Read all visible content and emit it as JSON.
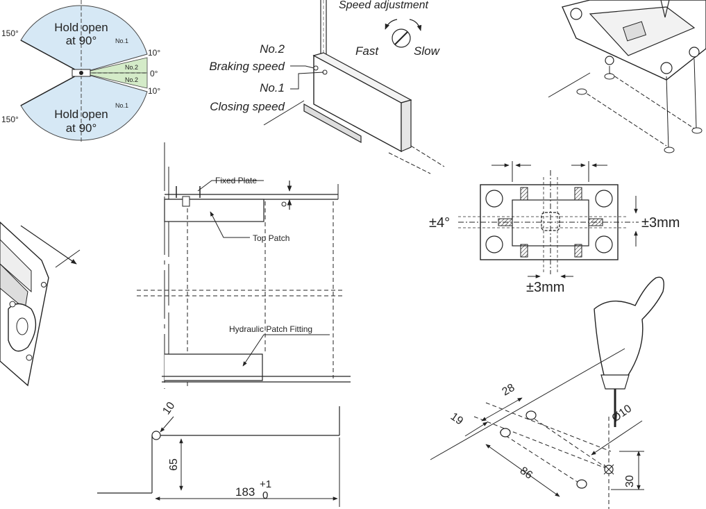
{
  "angle_diagram": {
    "hold_open": "Hold open",
    "at_90": "at 90°",
    "deg_150": "150°",
    "deg_10": "10°",
    "deg_0": "0°",
    "no1": "No.1",
    "no2": "No.2"
  },
  "speed": {
    "title": "Speed adjustment",
    "fast": "Fast",
    "slow": "Slow",
    "no2": "No.2",
    "braking": "Braking speed",
    "no1": "No.1",
    "closing": "Closing speed"
  },
  "section": {
    "fixed_plate": "Fixed Plate",
    "top_patch": "Top Patch",
    "hydraulic": "Hydraulic Patch Fitting"
  },
  "tolerance": {
    "angle": "±4°",
    "vertical": "±3mm",
    "horizontal": "±3mm"
  },
  "profile": {
    "radius": "10",
    "height": "65",
    "width": "183",
    "tol_plus": "+1",
    "tol_zero": "0"
  },
  "drilling": {
    "d28": "28",
    "d19": "19",
    "d86": "86",
    "d30": "30",
    "dia": "Ø10"
  },
  "colors": {
    "line": "#222222",
    "sector_blue": "#d6e8f5",
    "sector_green": "#d4ebc8"
  }
}
